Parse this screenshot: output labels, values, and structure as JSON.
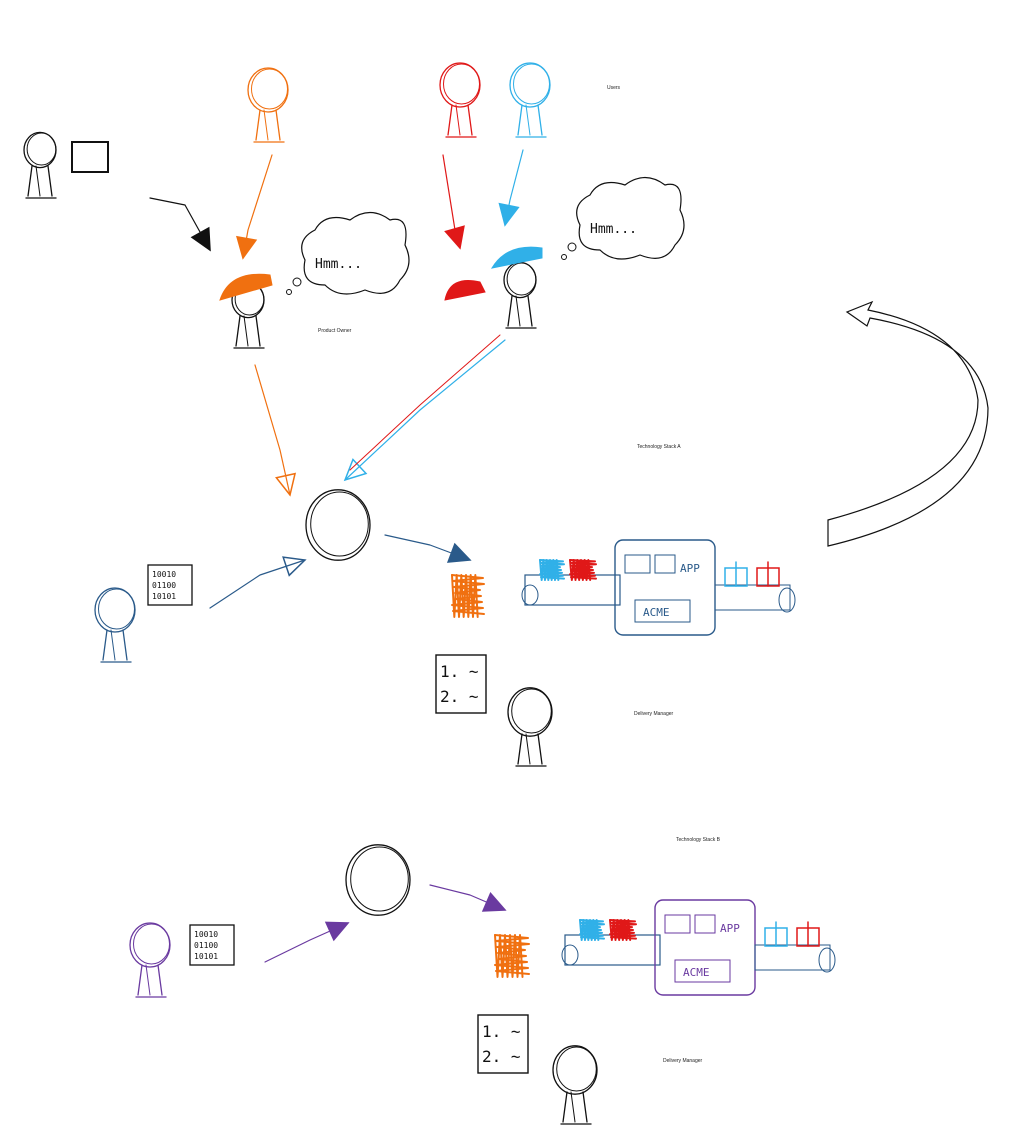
{
  "labels": {
    "users": "Users",
    "product_owner": "Product Owner",
    "tech_stack_a": "Technology Stack A",
    "delivery_manager_a": "Delivery Manager",
    "tech_stack_b": "Technology Stack B",
    "delivery_manager_b": "Delivery Manager"
  },
  "sketch_text": {
    "thought": "Hmm...",
    "factory_sign": "ACME",
    "plan_list": [
      "1.",
      "2."
    ],
    "binary": [
      "10010",
      "01100",
      "10101"
    ],
    "app_sign": "APP"
  },
  "colors": {
    "ink": "#111111",
    "orange": "#f07010",
    "red": "#e01818",
    "light_blue": "#30b0e8",
    "dev_blue": "#2a5a8a",
    "purple": "#6a3aa0"
  }
}
